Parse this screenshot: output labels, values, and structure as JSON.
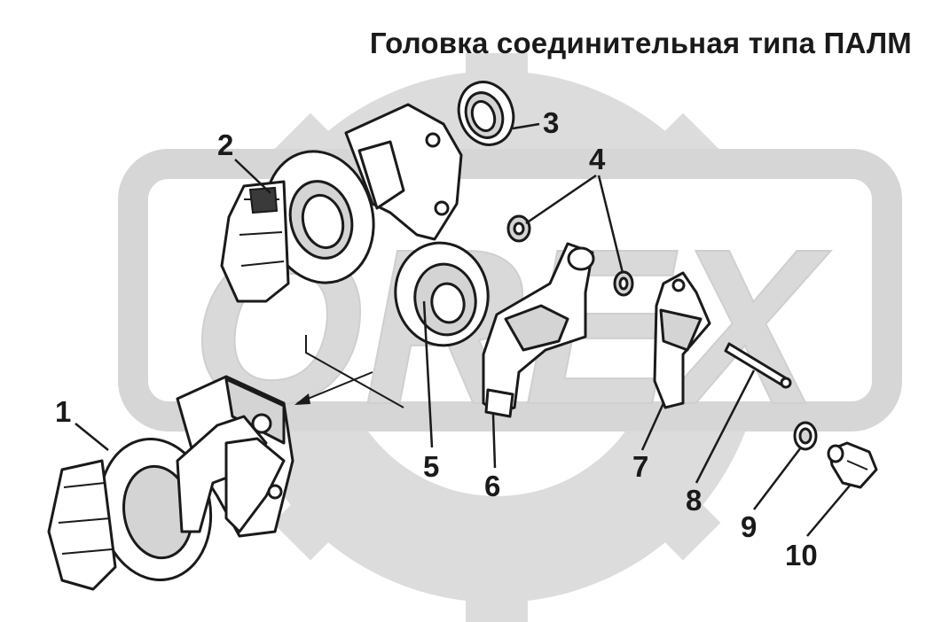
{
  "title": "Головка соединительная типа ПАЛМ",
  "watermark_text": "OREX",
  "callouts": [
    {
      "id": "1",
      "label": "1"
    },
    {
      "id": "2",
      "label": "2"
    },
    {
      "id": "3",
      "label": "3"
    },
    {
      "id": "4",
      "label": "4"
    },
    {
      "id": "5",
      "label": "5"
    },
    {
      "id": "6",
      "label": "6"
    },
    {
      "id": "7",
      "label": "7"
    },
    {
      "id": "8",
      "label": "8"
    },
    {
      "id": "9",
      "label": "9"
    },
    {
      "id": "10",
      "label": "10"
    }
  ],
  "colors": {
    "watermark": "#d9d9d9",
    "line": "#1a1a1a",
    "background": "#ffffff"
  }
}
